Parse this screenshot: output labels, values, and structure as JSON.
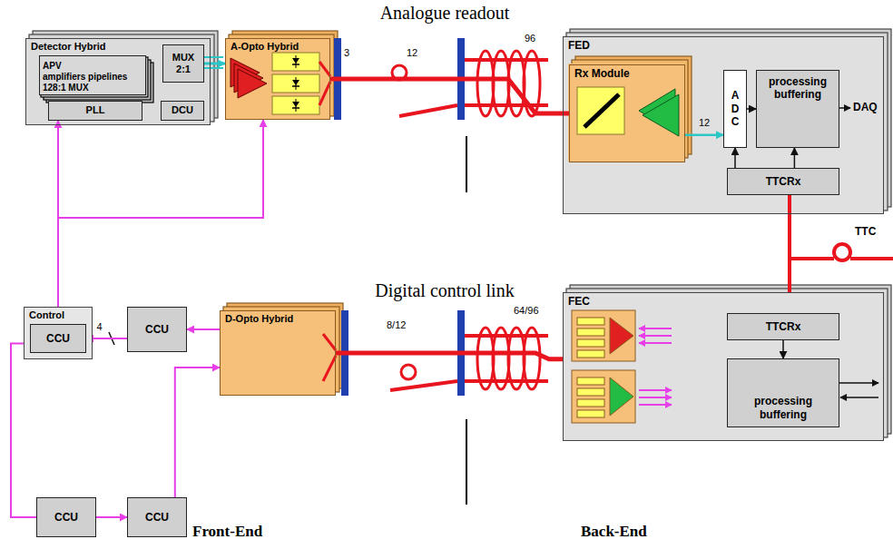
{
  "diagram": {
    "nodes": [
      {
        "text": [
          "Detector Hybrid"
        ]
      },
      {
        "text": [
          "APV",
          "amplifiers pipelines 128:1 MUX"
        ],
        "in": 0
      },
      {
        "text": [
          "MUX 2:1"
        ],
        "in": 0
      },
      {
        "text": [
          "PLL"
        ],
        "in": 0
      },
      {
        "text": [
          "DCU"
        ],
        "in": 0
      },
      {
        "text": [
          "A-Opto Hybrid"
        ]
      },
      {
        "text": [
          "FED"
        ]
      },
      {
        "text": [
          "Rx Module"
        ],
        "in": 6
      },
      {
        "text": [
          "A D C"
        ],
        "in": 6
      },
      {
        "text": [
          "processing buffering"
        ],
        "in": 6
      },
      {
        "text": [
          "TTCRx"
        ],
        "in": 6
      },
      {
        "text": [
          "Control"
        ]
      },
      {
        "text": [
          "CCU"
        ],
        "in": 11
      },
      {
        "text": [
          "CCU"
        ]
      },
      {
        "text": [
          "D-Opto Hybrid"
        ]
      },
      {
        "text": [
          "FEC"
        ]
      },
      {
        "text": [
          "TTCRx"
        ],
        "in": 15
      },
      {
        "text": [
          "processing buffering"
        ],
        "in": 15
      },
      {
        "text": [
          "CCU"
        ]
      },
      {
        "text": [
          "CCU"
        ]
      }
    ],
    "edges": [
      {
        "from": 2,
        "to": 5,
        "arrow": "to"
      },
      {
        "from": 5,
        "to": 7,
        "arrow": "none"
      },
      {
        "from": 7,
        "to": 8,
        "arrow": "to",
        "label": "12"
      },
      {
        "from": 8,
        "to": 9,
        "arrow": "to"
      },
      {
        "from": 10,
        "to": 8,
        "arrow": "to"
      },
      {
        "from": 10,
        "to": 9,
        "arrow": "to"
      },
      {
        "from": 11,
        "to": 3,
        "arrow": "to"
      },
      {
        "from": 11,
        "to": 5,
        "arrow": "to"
      },
      {
        "from": 13,
        "to": 12,
        "arrow": "to",
        "label": "4"
      },
      {
        "from": 14,
        "to": 13,
        "arrow": "to"
      },
      {
        "from": 19,
        "to": 14,
        "arrow": "to"
      },
      {
        "from": 11,
        "to": 18,
        "arrow": "none"
      },
      {
        "from": 18,
        "to": 19,
        "arrow": "to"
      },
      {
        "from": 14,
        "to": 15,
        "arrow": "none"
      },
      {
        "from": 16,
        "to": 17,
        "arrow": "to"
      }
    ],
    "labels": [
      "Analogue readout",
      "3",
      "12",
      "96",
      "DAQ",
      "TTC",
      "Digital control link",
      "8/12",
      "64/96",
      "Front-End",
      "Back-End"
    ]
  }
}
